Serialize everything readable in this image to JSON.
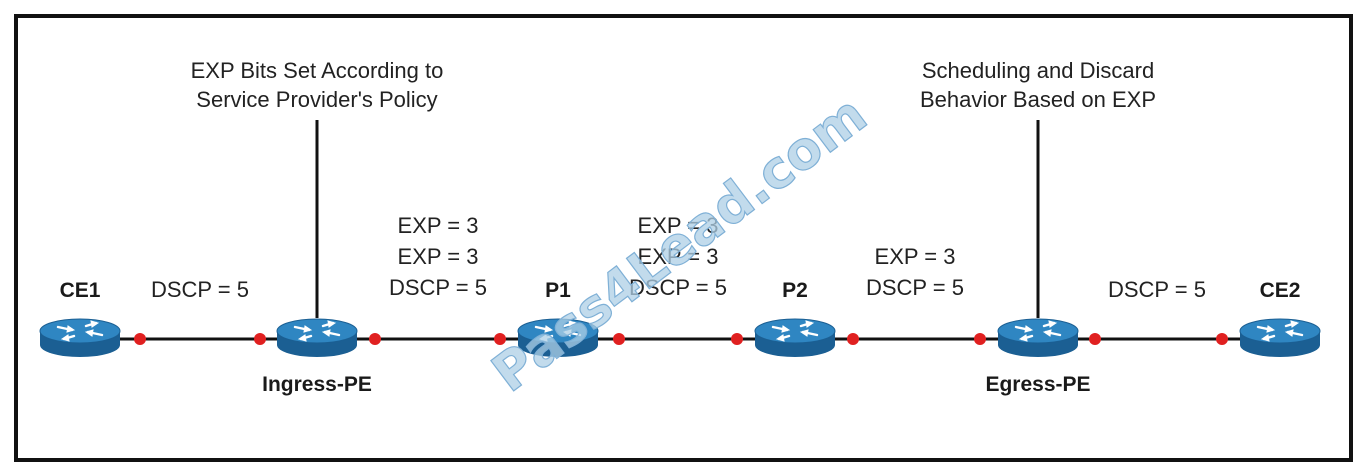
{
  "annotations": {
    "ingress_line1": "EXP Bits Set According to",
    "ingress_line2": "Service Provider's Policy",
    "egress_line1": "Scheduling and Discard",
    "egress_line2": "Behavior Based on EXP"
  },
  "nodes": {
    "ce1": "CE1",
    "ingress": "Ingress-PE",
    "p1": "P1",
    "p2": "P2",
    "egress": "Egress-PE",
    "ce2": "CE2"
  },
  "links": {
    "ce1_ingress": [
      "DSCP = 5"
    ],
    "ingress_p1": [
      "EXP = 3",
      "EXP = 3",
      "DSCP = 5"
    ],
    "p1_p2": [
      "EXP = 3",
      "EXP = 3",
      "DSCP = 5"
    ],
    "p2_egress": [
      "EXP = 3",
      "DSCP = 5"
    ],
    "egress_ce2": [
      "DSCP = 5"
    ]
  },
  "watermark": "Pass4Lead.com",
  "colors": {
    "router_top": "#2f86c2",
    "router_side": "#1b5f93",
    "link_dot": "#e02020",
    "line": "#111111",
    "watermark": "#aecfe6"
  },
  "icons": {
    "router": "router-icon"
  }
}
